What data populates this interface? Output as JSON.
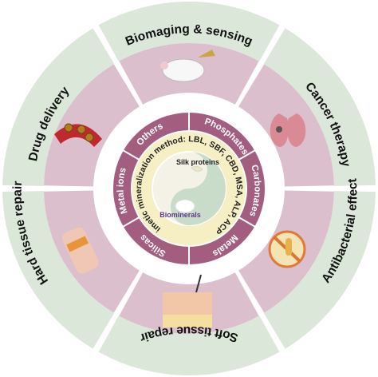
{
  "outer_ring": {
    "applications": [
      "Biomaging & sensing",
      "Cancer therapy",
      "Antibacterial effect",
      "Soft tissue repair",
      "Hard tissue repair",
      "Drug delivery"
    ]
  },
  "middle_ring": {
    "mineral_types": [
      "Others",
      "Phosphates",
      "Carbonates",
      "Metals",
      "Silicas",
      "Metal ions"
    ]
  },
  "method_ring": {
    "text": "Biomimetic mineralization method: LBL, SBF, CBD, MSA, ALP, ACP, etc."
  },
  "center": {
    "top_label": "Silk proteins",
    "bottom_label": "Biominerals"
  },
  "colors": {
    "outer_band": "#dbe8d9",
    "panel": "#dcbfcc",
    "middle_ring": "#a25d7f",
    "method_ring": "#f6efc4",
    "yin_light": "#f4f1e6",
    "yin_dark": "#c9dcc9",
    "divider": "#ffffff"
  }
}
